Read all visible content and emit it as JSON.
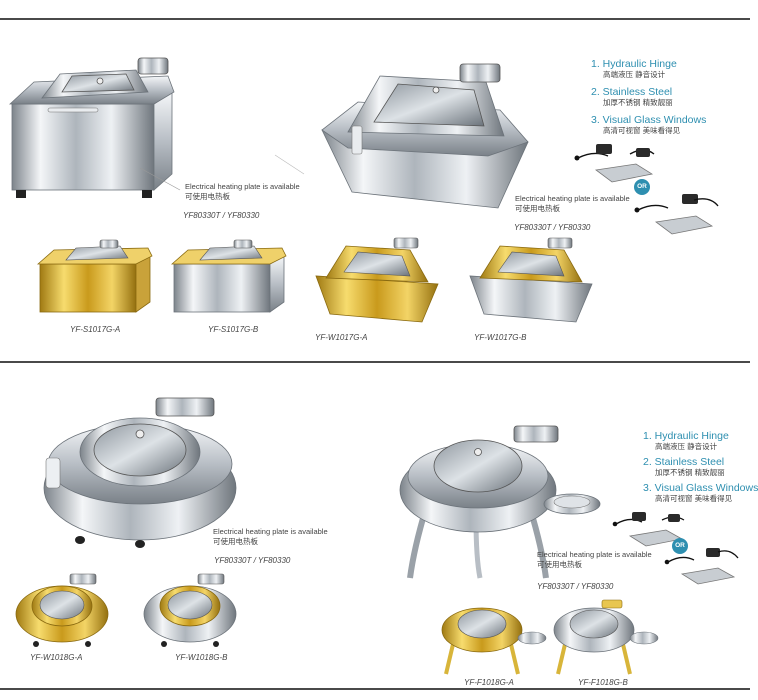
{
  "colors": {
    "accent": "#2e8fb0",
    "rule": "#4a4a4a",
    "steel": "#c9ced4",
    "gold": "#d8b53a"
  },
  "section_top": {
    "note_en": "Electrical heating plate is available",
    "note_cn": "可使用电热板",
    "note2_en": "Electrical heating plate is available",
    "note2_cn": "可使用电热板",
    "main_caption_1": "YF80330T / YF80330",
    "main_caption_2": "YF80330T / YF80330",
    "captions": [
      "YF-S1017G-A",
      "YF-S1017G-B",
      "YF-W1017G-A",
      "YF-W1017G-B"
    ],
    "features": [
      {
        "title": "1. Hydraulic Hinge",
        "sub": "高端液压  静音设计"
      },
      {
        "title": "2. Stainless Steel",
        "sub": "加厚不锈钢  精致靓丽"
      },
      {
        "title": "3. Visual Glass Windows",
        "sub": "高清可视窗  美味看得见"
      }
    ],
    "or_label": "OR"
  },
  "section_bottom": {
    "note_en": "Electrical heating plate is available",
    "note_cn": "可使用电热板",
    "note2_en": "Electrical heating plate is available",
    "note2_cn": "可使用电热板",
    "main_caption_1": "YF80330T / YF80330",
    "main_caption_2": "YF80330T / YF80330",
    "captions": [
      "YF-W1018G-A",
      "YF-W1018G-B",
      "YF-F1018G-A",
      "YF-F1018G-B"
    ],
    "features": [
      {
        "title": "1. Hydraulic Hinge",
        "sub": "高端液压  静音设计"
      },
      {
        "title": "2. Stainless Steel",
        "sub": "加厚不锈钢  精致靓丽"
      },
      {
        "title": "3. Visual Glass Windows",
        "sub": "高清可视窗  美味看得见"
      }
    ],
    "or_label": "OR"
  }
}
